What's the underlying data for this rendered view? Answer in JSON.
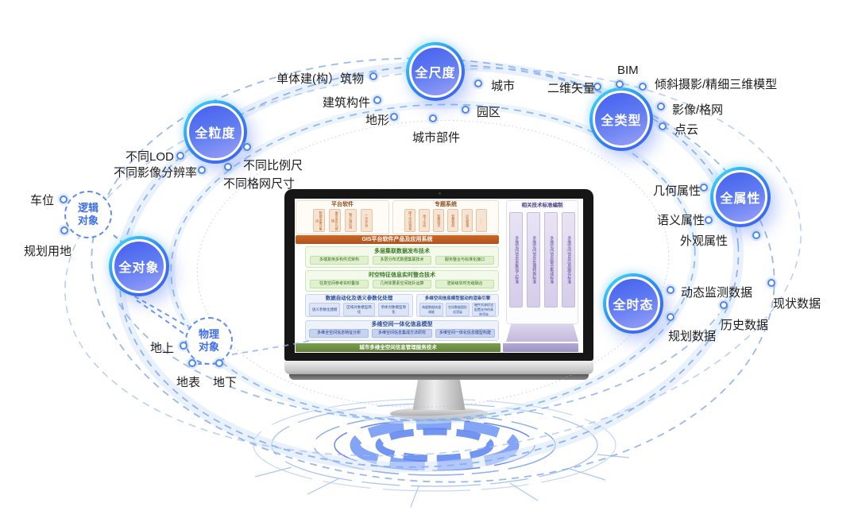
{
  "hubs": {
    "scale": {
      "label": "全尺度"
    },
    "granularity": {
      "label": "全粒度"
    },
    "type": {
      "label": "全类型"
    },
    "attribute": {
      "label": "全属性"
    },
    "temporal": {
      "label": "全时态"
    },
    "object": {
      "label": "全对象"
    }
  },
  "dashed_hubs": {
    "logical": {
      "line1": "逻辑",
      "line2": "对象"
    },
    "physical": {
      "line1": "物理",
      "line2": "对象"
    }
  },
  "satellites": {
    "scale": [
      "单体建(构）筑物",
      "建筑构件",
      "地形",
      "城市部件",
      "城市",
      "园区"
    ],
    "granularity": [
      "不同LOD",
      "不同影像分辨率",
      "不同比例尺",
      "不同格网尺寸"
    ],
    "type": [
      "二维矢量",
      "BIM",
      "倾斜摄影/精细三维模型",
      "影像/格网",
      "点云"
    ],
    "attribute": [
      "几何属性",
      "语义属性",
      "外观属性"
    ],
    "temporal": [
      "动态监测数据",
      "现状数据",
      "历史数据",
      "规划数据"
    ],
    "logical": [
      "车位",
      "规划用地"
    ],
    "physical": [
      "地上",
      "地表",
      "地下"
    ]
  },
  "screen": {
    "platform": {
      "title": "平台软件",
      "items": [
        "数据采集与集成",
        "服务发布与管理",
        "客户端应用",
        "二次开发"
      ]
    },
    "thematic": {
      "title": "专题系统",
      "items": [
        "国土空间规划",
        "地下空间",
        "智慧城市",
        "智慧管网",
        "应急管理",
        "……"
      ]
    },
    "banner": "GIS平台软件产品及应用系统",
    "sec1": {
      "title": "多层集联数据发布技术",
      "items": [
        "多端复用多构件式架构",
        "多层分布式数据集联技术",
        "服务整合与标准化接口"
      ]
    },
    "sec2": {
      "title": "时空特征信息实时整合技术",
      "items": [
        "任意空间参考实时叠加",
        "几何体要素空间拓扑运算",
        "渲染级实时无缝融合"
      ]
    },
    "sec3": {
      "title": "数据自动化及语义参数化处理",
      "items": [
        "语义参数化建模",
        "区域对象模型简化",
        "单体对象模型简化"
      ]
    },
    "sec4": {
      "title": "多维空间信息模型驱动的渲染引擎",
      "items": [
        "海量数据快速调度",
        "空间数据图形化渲染",
        "硬件资源优化配置支持的高效渲染"
      ]
    },
    "sec5": {
      "title": "多维空间一体化信息模型",
      "items": [
        "多维全空间信息特征分析",
        "多维空间信息集成方法研究",
        "多维空间一体化信息模型构建"
      ]
    },
    "bottom_bar": "城市多维全空间信息管理服务技术",
    "standards": {
      "title": "相关技术标准编制",
      "bars": [
        "多维空间信息采集加工标准",
        "多维空间信息处理转换标准",
        "多维空间信息整合集成标准",
        "多维空间信息应用服务标准"
      ]
    }
  },
  "colors": {
    "hub_ring_cyan": "#3ED4F7",
    "hub_blue": "#3E6CF0",
    "dashed_blue": "#5E8CF0",
    "banner_orange": "#C05A24",
    "green_bar": "#6E9243",
    "purple_bar": "#A89FCB",
    "section_green": "#3A7A23",
    "section_blue": "#2B4C9B",
    "standards_purple": "#4A3D85"
  }
}
